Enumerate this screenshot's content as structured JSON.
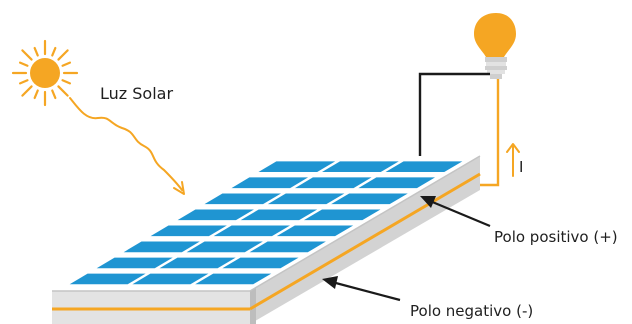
{
  "labels": {
    "sunlight": "Luz Solar",
    "positive_pole": "Polo positivo (+)",
    "negative_pole": "Polo negativo (-)",
    "current": "I"
  },
  "colors": {
    "sun": "#f5a623",
    "wire_orange": "#f5a623",
    "wire_black": "#1a1a1a",
    "cell_blue": "#1f95d2",
    "cell_lines": "#ffffff",
    "panel_side": "#d9d9d9",
    "panel_side_dark": "#bdbdbd",
    "bulb": "#f5a623",
    "bulb_base": "#d8d8d8"
  },
  "icons": [
    "sun-icon",
    "light-bulb-icon",
    "solar-panel",
    "current-arrow-icon"
  ]
}
